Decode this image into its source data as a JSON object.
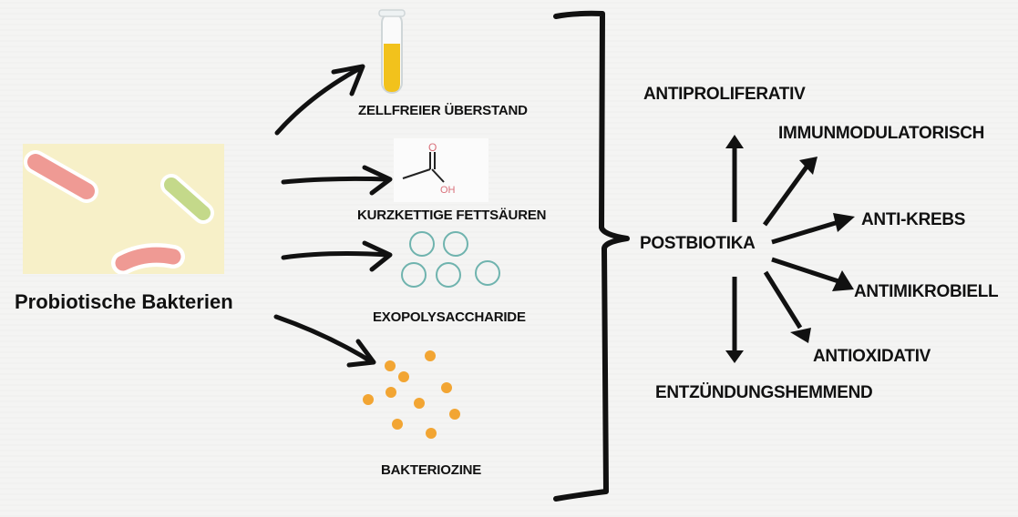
{
  "source": {
    "label": "Probiotische Bakterien",
    "icon": "bacteria-illustration-icon"
  },
  "components": [
    {
      "label": "ZELLFREIER ÜBERSTAND",
      "icon": "test-tube-icon"
    },
    {
      "label": "KURZKETTIGE FETTSÄUREN",
      "icon": "acetic-acid-structure-icon",
      "chem_label": "OH",
      "chem_o": "O"
    },
    {
      "label": "EXOPOLYSACCHARIDE",
      "icon": "polysaccharide-circles-icon"
    },
    {
      "label": "BAKTERIOZINE",
      "icon": "bacteriocin-dots-icon"
    }
  ],
  "center": {
    "label": "POSTBIOTIKA"
  },
  "effects": [
    {
      "label": "ANTIPROLIFERATIV"
    },
    {
      "label": "IMMUNMODULATORISCH"
    },
    {
      "label": "ANTI-KREBS"
    },
    {
      "label": "ANTIMIKROBIELL"
    },
    {
      "label": "ANTIOXIDATIV"
    },
    {
      "label": "ENTZÜNDUNGSHEMMEND"
    }
  ],
  "colors": {
    "bacteria_red": "#ef9a94",
    "bacteria_green": "#c4d98a",
    "panel": "#f7f0c8",
    "tube_liquid": "#f2c21c",
    "circles": "#6fb3ae",
    "dots": "#f2a533",
    "oh_red": "#d9707a"
  }
}
